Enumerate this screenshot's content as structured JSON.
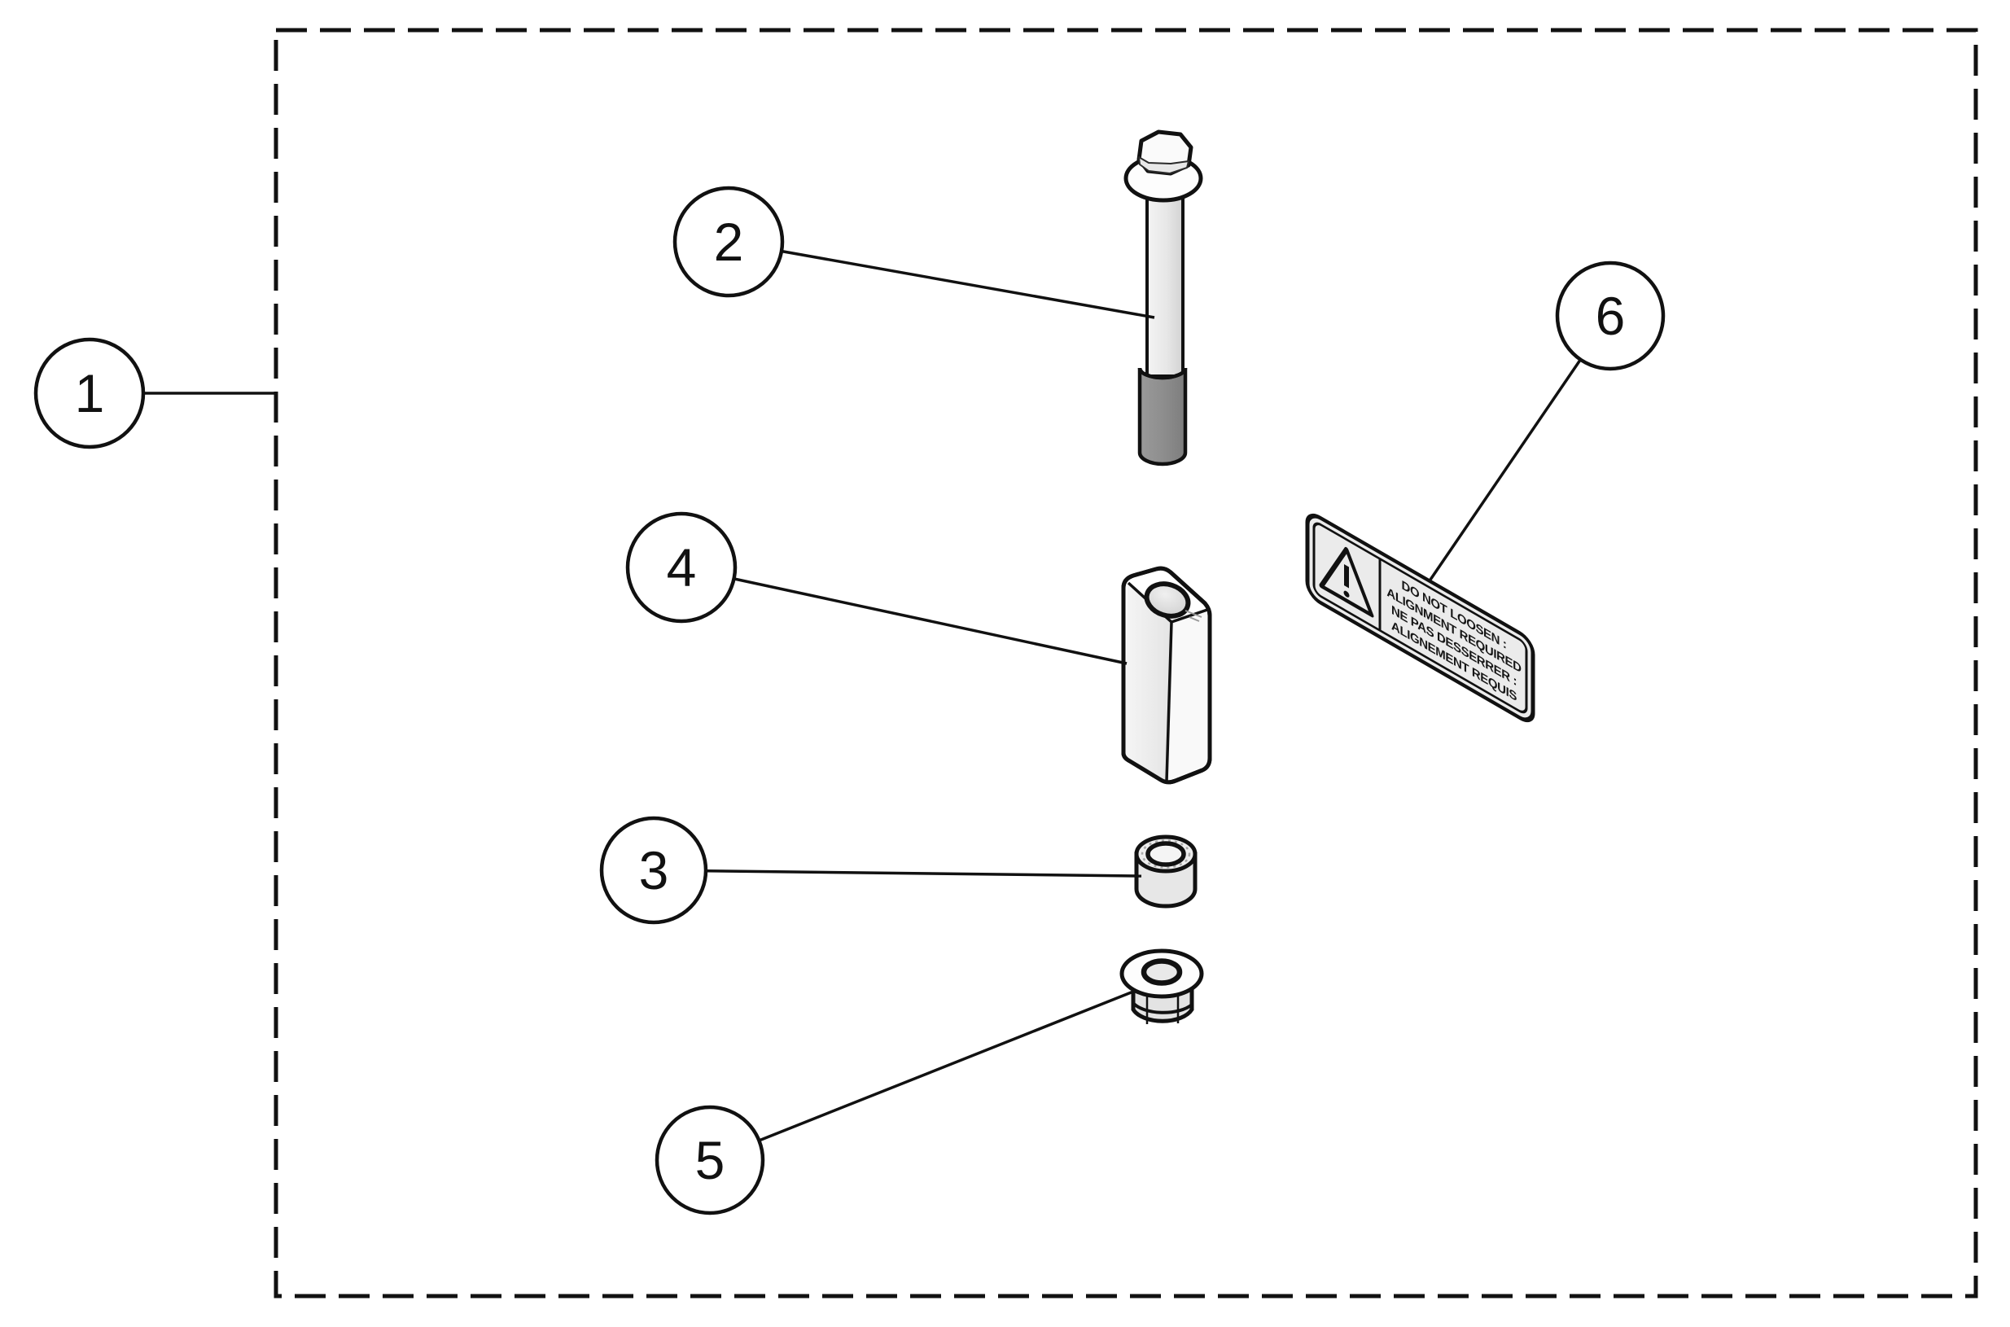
{
  "figure": {
    "kind": "exploded-parts-diagram",
    "background_color": "#ffffff",
    "line_color": "#111111"
  },
  "colors": {
    "outline": "#111111",
    "shank_gray": "#e9e9e9",
    "thread_gray": "#8e8e8e",
    "part_fill": "#f4f4f4",
    "label_fill": "#ebebeb"
  },
  "callouts": [
    {
      "number": "1"
    },
    {
      "number": "2"
    },
    {
      "number": "3"
    },
    {
      "number": "4"
    },
    {
      "number": "5"
    },
    {
      "number": "6"
    }
  ],
  "warning_label": {
    "icon": "warning-triangle-icon",
    "lines": [
      "DO NOT LOOSEN :",
      "ALIGNMENT REQUIRED",
      "NE PAS DESSERRER :",
      "ALIGNEMENT REQUIS"
    ]
  }
}
